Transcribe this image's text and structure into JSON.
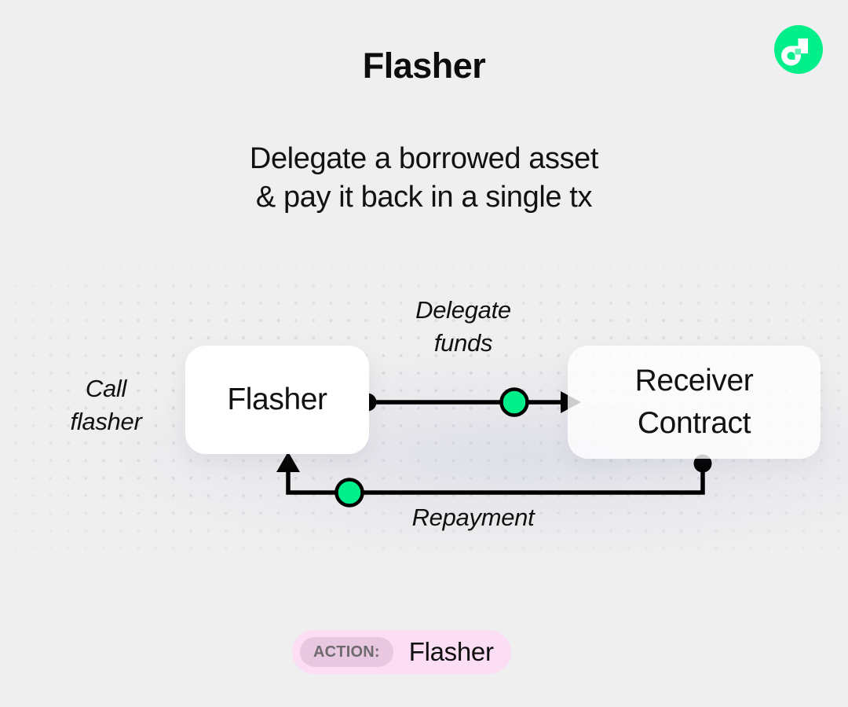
{
  "header": {
    "title": "Flasher",
    "subtitle_line1": "Delegate a borrowed asset",
    "subtitle_line2": "& pay it back in a single tx",
    "logo_name": "flow-logo-icon"
  },
  "diagram": {
    "nodes": [
      {
        "id": "flasher",
        "label": "Flasher"
      },
      {
        "id": "receiver",
        "label_line1": "Receiver",
        "label_line2": "Contract"
      }
    ],
    "edges": [
      {
        "id": "call",
        "label_line1": "Call",
        "label_line2": "flasher"
      },
      {
        "id": "delegate",
        "label_line1": "Delegate",
        "label_line2": "funds"
      },
      {
        "id": "repayment",
        "label": "Repayment"
      }
    ]
  },
  "badge": {
    "tag": "ACTION:",
    "value": "Flasher"
  },
  "colors": {
    "background": "#efefef",
    "accent_green": "#00ef8b",
    "wire": "#000000",
    "badge_bg": "#fbdef4",
    "badge_tag_bg": "#e8c7e0",
    "badge_tag_text": "#6e6a6e",
    "node_bg": "#ffffff",
    "dot_grid": "#d6d6da"
  }
}
